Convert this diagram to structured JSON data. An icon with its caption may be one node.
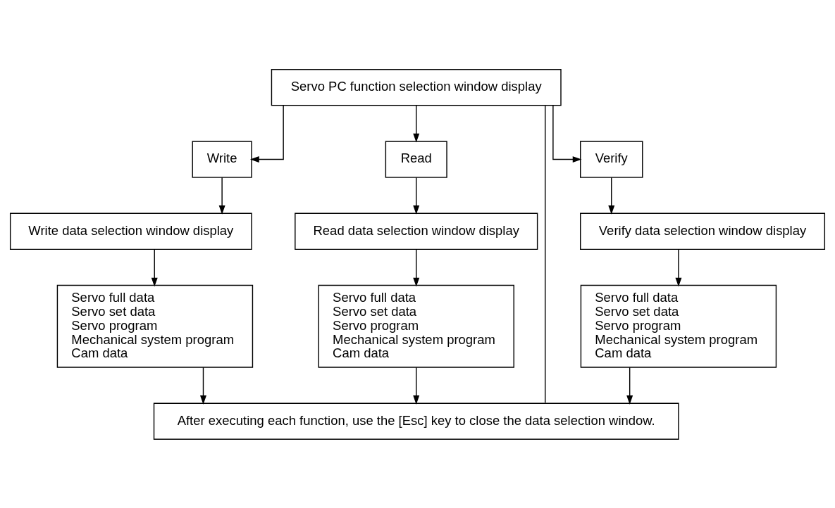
{
  "diagram": {
    "nodes": [
      {
        "text": [
          "Servo PC function selection window display"
        ]
      },
      {
        "text": [
          "Write"
        ]
      },
      {
        "text": [
          "Read"
        ]
      },
      {
        "text": [
          "Verify"
        ]
      },
      {
        "text": [
          "Write data selection window display"
        ]
      },
      {
        "text": [
          "Read data selection window display"
        ]
      },
      {
        "text": [
          "Verify data selection window display"
        ]
      },
      {
        "text": [
          "Servo full data",
          "Servo set data",
          "Servo program",
          "Mechanical system program",
          "Cam data"
        ]
      },
      {
        "text": [
          "Servo full data",
          "Servo set data",
          "Servo program",
          "Mechanical system program",
          "Cam data"
        ]
      },
      {
        "text": [
          "Servo full data",
          "Servo set data",
          "Servo program",
          "Mechanical system program",
          "Cam data"
        ]
      },
      {
        "text": [
          "After executing each function, use the [Esc] key to close the data selection window."
        ]
      }
    ],
    "edges": [
      {
        "from": 0,
        "to": 1,
        "arrow": "to"
      },
      {
        "from": 0,
        "to": 2,
        "arrow": "to"
      },
      {
        "from": 0,
        "to": 3,
        "arrow": "to"
      },
      {
        "from": 1,
        "to": 4,
        "arrow": "to"
      },
      {
        "from": 2,
        "to": 5,
        "arrow": "to"
      },
      {
        "from": 3,
        "to": 6,
        "arrow": "to"
      },
      {
        "from": 4,
        "to": 7,
        "arrow": "to"
      },
      {
        "from": 5,
        "to": 8,
        "arrow": "to"
      },
      {
        "from": 6,
        "to": 9,
        "arrow": "to"
      },
      {
        "from": 7,
        "to": 10,
        "arrow": "to"
      },
      {
        "from": 8,
        "to": 10,
        "arrow": "to"
      },
      {
        "from": 9,
        "to": 10,
        "arrow": "to"
      },
      {
        "from": 10,
        "to": 0,
        "arrow": "none"
      }
    ]
  }
}
